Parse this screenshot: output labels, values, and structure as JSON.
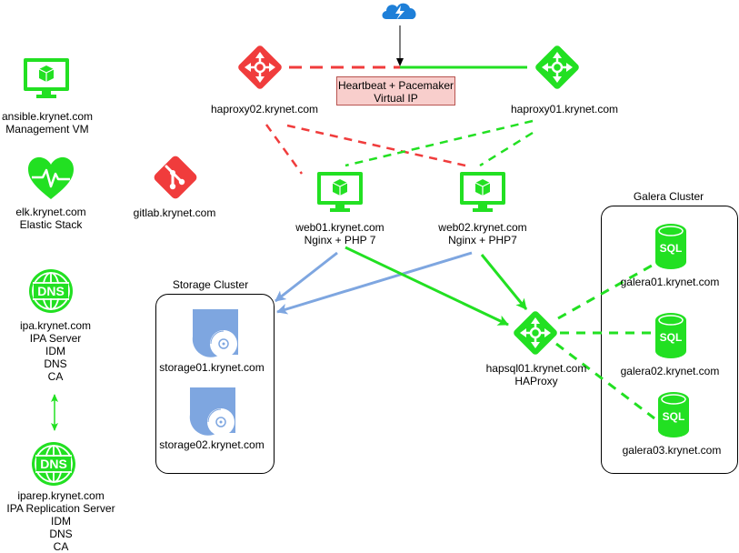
{
  "colors": {
    "red": "#f03c3c",
    "green": "#22e022",
    "blue": "#7ea6e0",
    "vip_fill": "#f8cecc",
    "cloud": "#1e7fd8"
  },
  "vip": {
    "line1": "Heartbeat + Pacemaker",
    "line2": "Virtual IP"
  },
  "nodes": {
    "haproxy02": {
      "line1": "haproxy02.krynet.com"
    },
    "haproxy01": {
      "line1": "haproxy01.krynet.com"
    },
    "ansible": {
      "line1": "ansible.krynet.com",
      "line2": "Management VM"
    },
    "elk": {
      "line1": "elk.krynet.com",
      "line2": "Elastic Stack"
    },
    "gitlab": {
      "line1": "gitlab.krynet.com"
    },
    "web01": {
      "line1": "web01.krynet.com",
      "line2": "Nginx + PHP 7"
    },
    "web02": {
      "line1": "web02.krynet.com",
      "line2": "Nginx + PHP7"
    },
    "ipa": {
      "line1": "ipa.krynet.com",
      "line2": "IPA Server",
      "line3": "IDM",
      "line4": "DNS",
      "line5": "CA"
    },
    "iparep": {
      "line1": "iparep.krynet.com",
      "line2": "IPA Replication Server",
      "line3": "IDM",
      "line4": "DNS",
      "line5": "CA"
    },
    "storage01": {
      "line1": "storage01.krynet.com"
    },
    "storage02": {
      "line1": "storage02.krynet.com"
    },
    "hapsql01": {
      "line1": "hapsql01.krynet.com",
      "line2": "HAProxy"
    },
    "galera01": {
      "line1": "galera01.krynet.com"
    },
    "galera02": {
      "line1": "galera02.krynet.com"
    },
    "galera03": {
      "line1": "galera03.krynet.com"
    }
  },
  "groups": {
    "storage": {
      "title": "Storage Cluster"
    },
    "galera": {
      "title": "Galera Cluster"
    }
  },
  "icons": {
    "dns_text": "DNS",
    "sql_text": "SQL"
  }
}
